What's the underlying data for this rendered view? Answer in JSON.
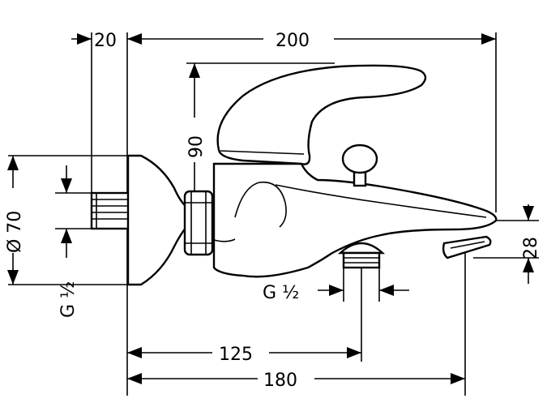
{
  "dimensions": {
    "offset_20": "20",
    "length_200": "200",
    "height_90": "90",
    "diameter_70": "Ø 70",
    "thread_left": "G ½",
    "thread_bottom": "G ½",
    "height_28": "28",
    "length_125": "125",
    "length_180": "180"
  }
}
